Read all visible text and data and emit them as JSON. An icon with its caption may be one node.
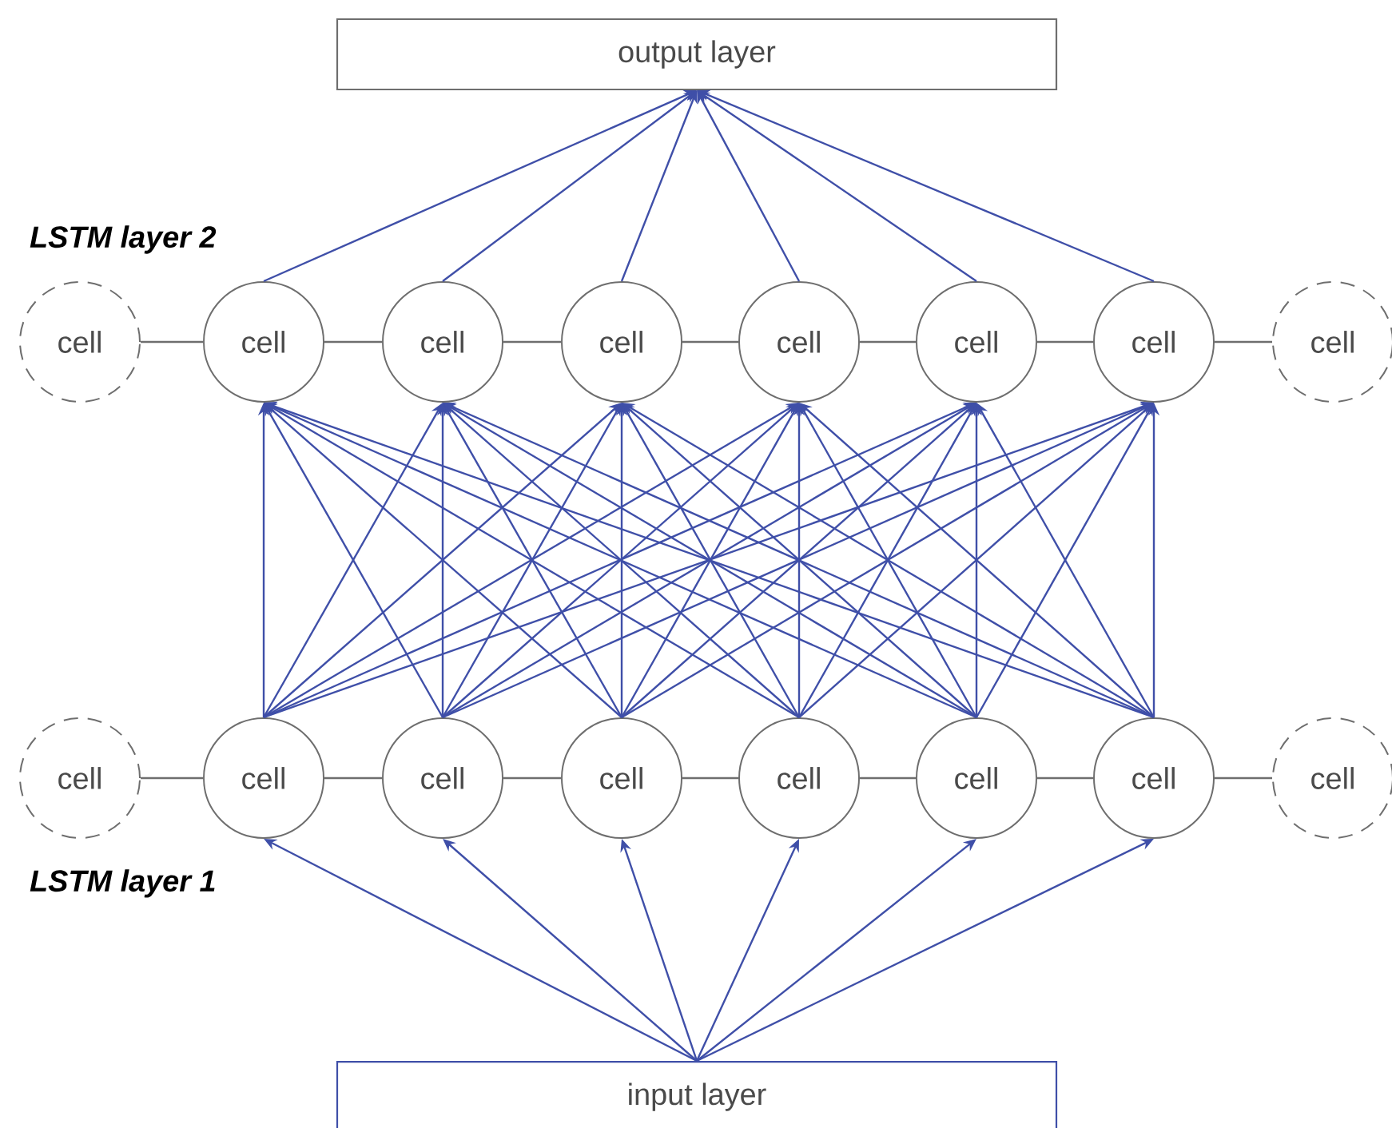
{
  "diagram": {
    "nodes": [
      {
        "text": [
          "output layer"
        ]
      },
      {
        "text": [
          "cell"
        ]
      },
      {
        "text": [
          "cell"
        ]
      },
      {
        "text": [
          "cell"
        ]
      },
      {
        "text": [
          "cell"
        ]
      },
      {
        "text": [
          "cell"
        ]
      },
      {
        "text": [
          "cell"
        ]
      },
      {
        "text": [
          "cell"
        ]
      },
      {
        "text": [
          "cell"
        ]
      },
      {
        "text": [
          "cell"
        ]
      },
      {
        "text": [
          "cell"
        ]
      },
      {
        "text": [
          "cell"
        ]
      },
      {
        "text": [
          "cell"
        ]
      },
      {
        "text": [
          "cell"
        ]
      },
      {
        "text": [
          "cell"
        ]
      },
      {
        "text": [
          "cell"
        ]
      },
      {
        "text": [
          "cell"
        ]
      },
      {
        "text": [
          "input layer"
        ]
      }
    ],
    "edges": [
      {
        "from": 2,
        "to": 0,
        "arrow": "to"
      },
      {
        "from": 3,
        "to": 0,
        "arrow": "to"
      },
      {
        "from": 4,
        "to": 0,
        "arrow": "to"
      },
      {
        "from": 5,
        "to": 0,
        "arrow": "to"
      },
      {
        "from": 6,
        "to": 0,
        "arrow": "to"
      },
      {
        "from": 7,
        "to": 0,
        "arrow": "to"
      },
      {
        "from": 1,
        "to": 2,
        "arrow": "none",
        "color": "#6e6e6e"
      },
      {
        "from": 2,
        "to": 3,
        "arrow": "none",
        "color": "#6e6e6e"
      },
      {
        "from": 3,
        "to": 4,
        "arrow": "none",
        "color": "#6e6e6e"
      },
      {
        "from": 4,
        "to": 5,
        "arrow": "none",
        "color": "#6e6e6e"
      },
      {
        "from": 5,
        "to": 6,
        "arrow": "none",
        "color": "#6e6e6e"
      },
      {
        "from": 6,
        "to": 7,
        "arrow": "none",
        "color": "#6e6e6e"
      },
      {
        "from": 7,
        "to": 8,
        "arrow": "none",
        "color": "#6e6e6e"
      },
      {
        "from": 10,
        "to": 2,
        "arrow": "to"
      },
      {
        "from": 10,
        "to": 3,
        "arrow": "to"
      },
      {
        "from": 10,
        "to": 4,
        "arrow": "to"
      },
      {
        "from": 10,
        "to": 5,
        "arrow": "to"
      },
      {
        "from": 10,
        "to": 6,
        "arrow": "to"
      },
      {
        "from": 10,
        "to": 7,
        "arrow": "to"
      },
      {
        "from": 11,
        "to": 2,
        "arrow": "to"
      },
      {
        "from": 11,
        "to": 3,
        "arrow": "to"
      },
      {
        "from": 11,
        "to": 4,
        "arrow": "to"
      },
      {
        "from": 11,
        "to": 5,
        "arrow": "to"
      },
      {
        "from": 11,
        "to": 6,
        "arrow": "to"
      },
      {
        "from": 11,
        "to": 7,
        "arrow": "to"
      },
      {
        "from": 12,
        "to": 2,
        "arrow": "to"
      },
      {
        "from": 12,
        "to": 3,
        "arrow": "to"
      },
      {
        "from": 12,
        "to": 4,
        "arrow": "to"
      },
      {
        "from": 12,
        "to": 5,
        "arrow": "to"
      },
      {
        "from": 12,
        "to": 6,
        "arrow": "to"
      },
      {
        "from": 12,
        "to": 7,
        "arrow": "to"
      },
      {
        "from": 13,
        "to": 2,
        "arrow": "to"
      },
      {
        "from": 13,
        "to": 3,
        "arrow": "to"
      },
      {
        "from": 13,
        "to": 4,
        "arrow": "to"
      },
      {
        "from": 13,
        "to": 5,
        "arrow": "to"
      },
      {
        "from": 13,
        "to": 6,
        "arrow": "to"
      },
      {
        "from": 13,
        "to": 7,
        "arrow": "to"
      },
      {
        "from": 14,
        "to": 2,
        "arrow": "to"
      },
      {
        "from": 14,
        "to": 3,
        "arrow": "to"
      },
      {
        "from": 14,
        "to": 4,
        "arrow": "to"
      },
      {
        "from": 14,
        "to": 5,
        "arrow": "to"
      },
      {
        "from": 14,
        "to": 6,
        "arrow": "to"
      },
      {
        "from": 14,
        "to": 7,
        "arrow": "to"
      },
      {
        "from": 15,
        "to": 2,
        "arrow": "to"
      },
      {
        "from": 15,
        "to": 3,
        "arrow": "to"
      },
      {
        "from": 15,
        "to": 4,
        "arrow": "to"
      },
      {
        "from": 15,
        "to": 5,
        "arrow": "to"
      },
      {
        "from": 15,
        "to": 6,
        "arrow": "to"
      },
      {
        "from": 15,
        "to": 7,
        "arrow": "to"
      },
      {
        "from": 9,
        "to": 10,
        "arrow": "none",
        "color": "#6e6e6e"
      },
      {
        "from": 10,
        "to": 11,
        "arrow": "none",
        "color": "#6e6e6e"
      },
      {
        "from": 11,
        "to": 12,
        "arrow": "none",
        "color": "#6e6e6e"
      },
      {
        "from": 12,
        "to": 13,
        "arrow": "none",
        "color": "#6e6e6e"
      },
      {
        "from": 13,
        "to": 14,
        "arrow": "none",
        "color": "#6e6e6e"
      },
      {
        "from": 14,
        "to": 15,
        "arrow": "none",
        "color": "#6e6e6e"
      },
      {
        "from": 15,
        "to": 16,
        "arrow": "none",
        "color": "#6e6e6e"
      },
      {
        "from": 17,
        "to": 10,
        "arrow": "to"
      },
      {
        "from": 17,
        "to": 11,
        "arrow": "to"
      },
      {
        "from": 17,
        "to": 12,
        "arrow": "to"
      },
      {
        "from": 17,
        "to": 13,
        "arrow": "to"
      },
      {
        "from": 17,
        "to": 14,
        "arrow": "to"
      },
      {
        "from": 17,
        "to": 15,
        "arrow": "to"
      }
    ],
    "labels": [
      "LSTM layer 2",
      "LSTM layer 1"
    ]
  }
}
